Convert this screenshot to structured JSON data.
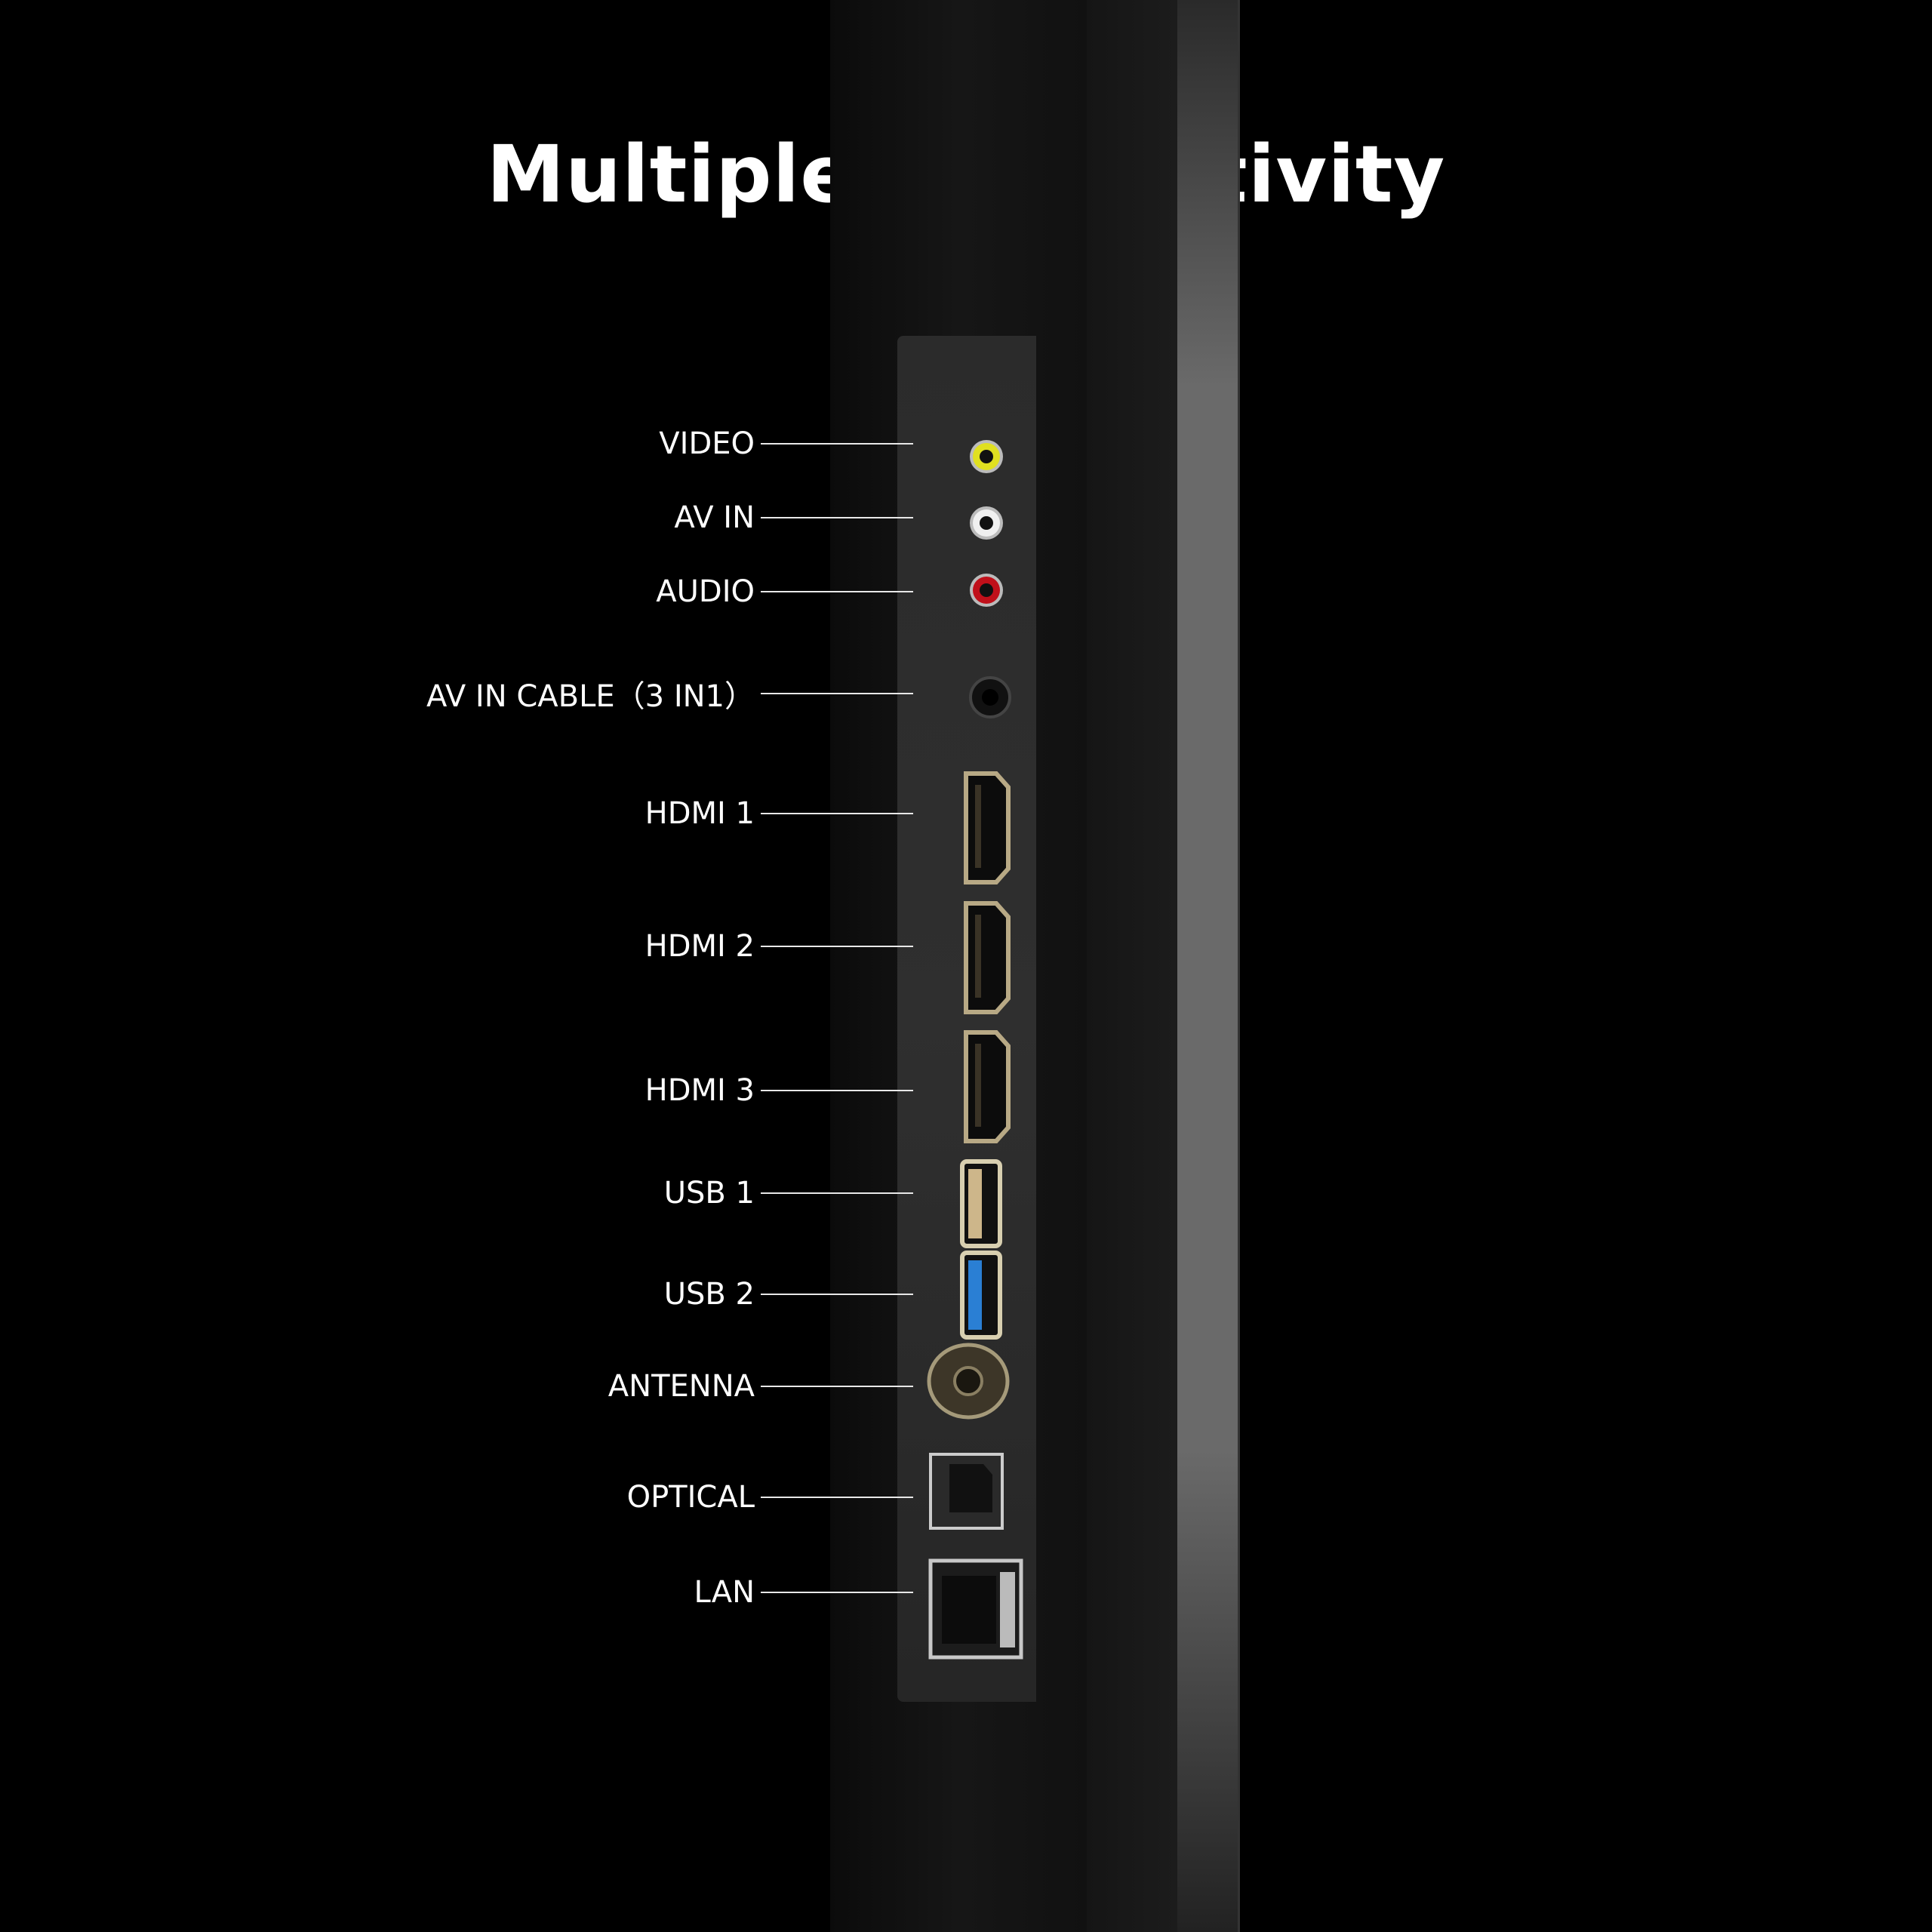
{
  "title": "Multiple Connectivity",
  "ports": [
    {
      "label": "VIDEO",
      "type": "rca",
      "color": "#e0e020"
    },
    {
      "label": "AV IN",
      "type": "rca",
      "color": "#f0f0f0"
    },
    {
      "label": "AUDIO",
      "type": "rca",
      "color": "#c0101a"
    },
    {
      "label": "AV IN CABLE（3 IN1）",
      "type": "jack"
    },
    {
      "label": "HDMI 1",
      "type": "hdmi"
    },
    {
      "label": "HDMI 2",
      "type": "hdmi"
    },
    {
      "label": "HDMI 3",
      "type": "hdmi"
    },
    {
      "label": "USB 1",
      "type": "usb2"
    },
    {
      "label": "USB 2",
      "type": "usb3",
      "color": "#2a7fd4"
    },
    {
      "label": "ANTENNA",
      "type": "coax"
    },
    {
      "label": "OPTICAL",
      "type": "optical"
    },
    {
      "label": "LAN",
      "type": "lan"
    }
  ]
}
